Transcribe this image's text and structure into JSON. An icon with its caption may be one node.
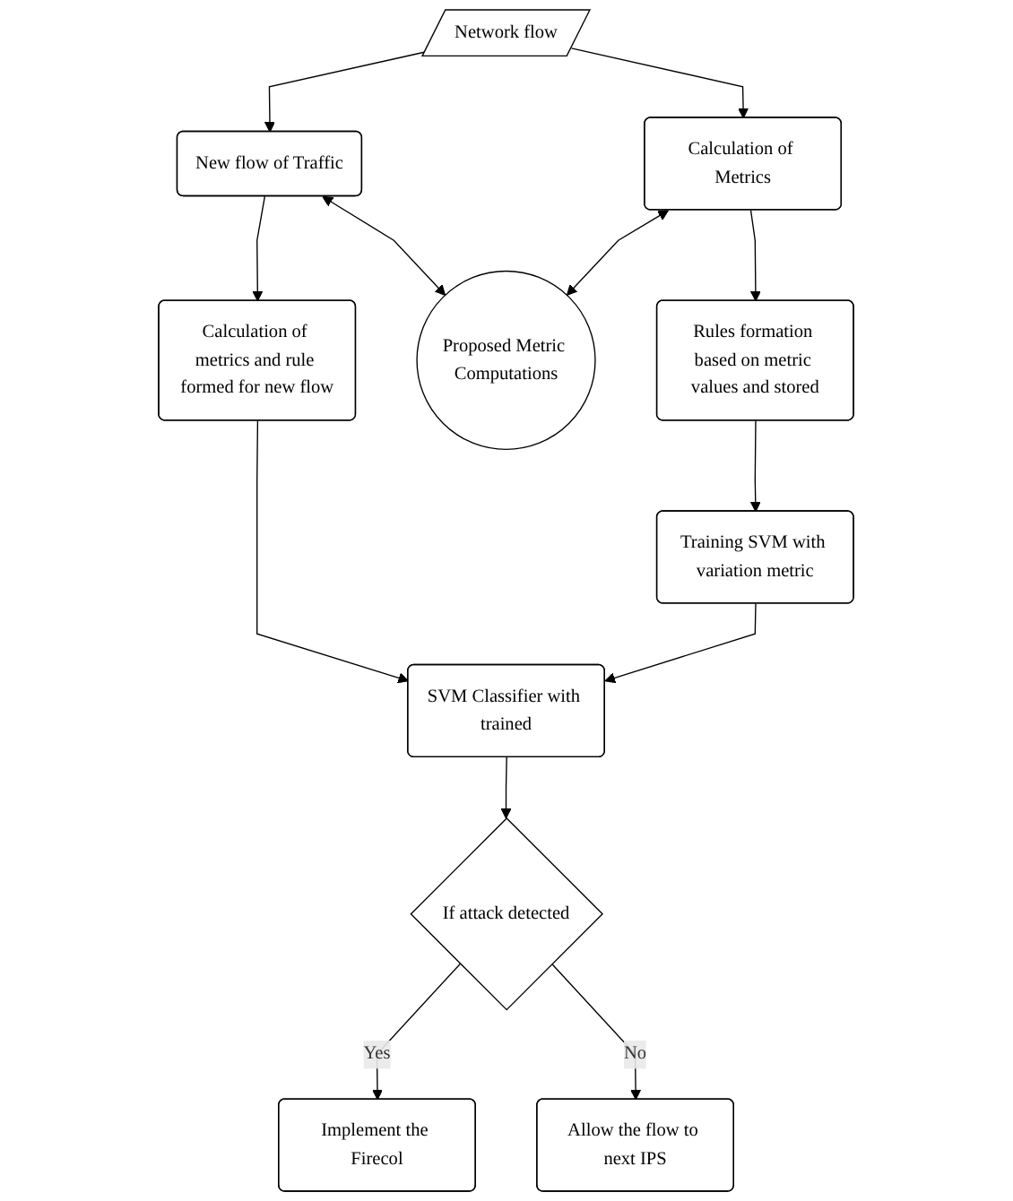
{
  "diagram": {
    "nodes": [
      {
        "text": [
          "Network flow"
        ]
      },
      {
        "text": [
          "New flow of Traffic"
        ]
      },
      {
        "text": [
          "Calculation of metrics and rule formed for new flow"
        ]
      },
      {
        "text": [
          "Calculation of Metrics"
        ]
      },
      {
        "text": [
          "Proposed Metric Computations"
        ]
      },
      {
        "text": [
          "SVM Classifier with trained"
        ]
      },
      {
        "text": [
          "Rules formation based on metric values and stored"
        ]
      },
      {
        "text": [
          "If attack detected"
        ]
      },
      {
        "text": [
          "Implement the Firecol"
        ]
      },
      {
        "text": [
          "Training SVM with variation metric"
        ]
      },
      {
        "text": [
          "Allow the flow to next IPS"
        ]
      }
    ],
    "edges": [
      {
        "from": 0,
        "to": 1,
        "arrow": "to"
      },
      {
        "from": 1,
        "to": 2,
        "arrow": "to"
      },
      {
        "from": 0,
        "to": 3,
        "arrow": "to"
      },
      {
        "from": 1,
        "to": 4,
        "arrow": "both"
      },
      {
        "from": 3,
        "to": 4,
        "arrow": "both"
      },
      {
        "from": 2,
        "to": 5,
        "arrow": "to"
      },
      {
        "from": 3,
        "to": 6,
        "arrow": "to"
      },
      {
        "from": 5,
        "to": 7,
        "arrow": "to"
      },
      {
        "from": 7,
        "to": 8,
        "label": "Yes",
        "arrow": "to"
      },
      {
        "from": 6,
        "to": 9,
        "arrow": "to"
      },
      {
        "from": 7,
        "to": 10,
        "label": "No",
        "arrow": "to"
      },
      {
        "from": 9,
        "to": 5,
        "arrow": "to"
      }
    ]
  }
}
